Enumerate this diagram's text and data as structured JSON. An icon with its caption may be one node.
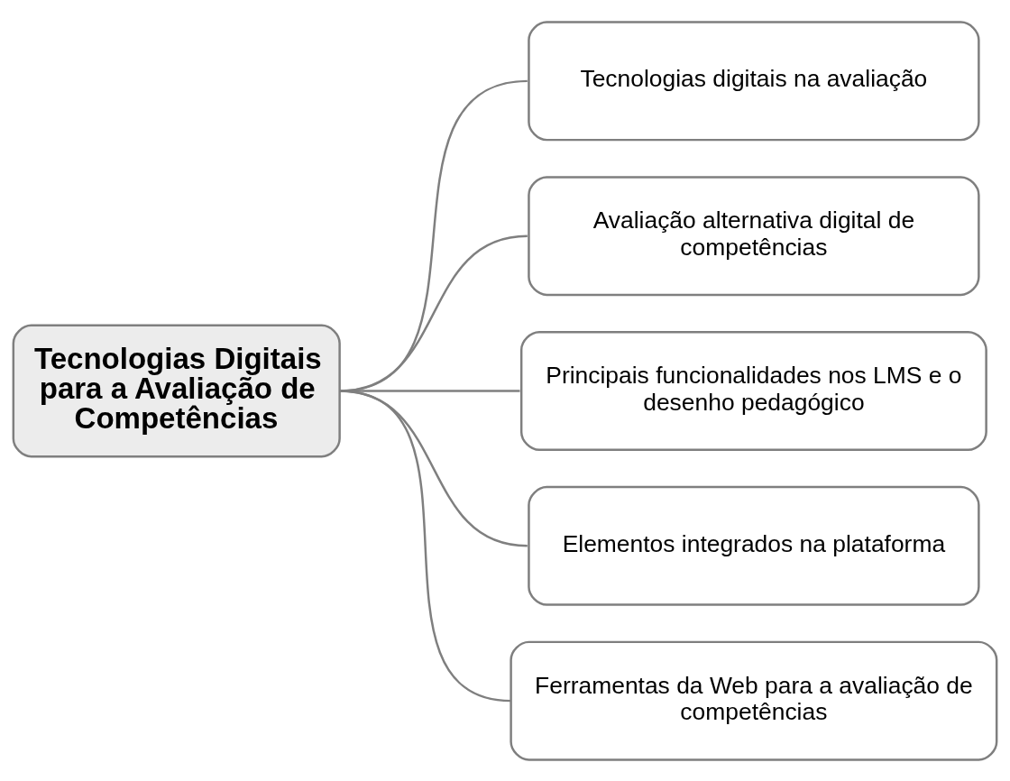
{
  "diagram": {
    "nodes": [
      {
        "text": [
          "Tecnologias Digitais para a Avaliação de Competências"
        ]
      },
      {
        "text": [
          "Tecnologias digitais na avaliação"
        ]
      },
      {
        "text": [
          "Avaliação alternativa digital de competências"
        ]
      },
      {
        "text": [
          "Principais funcionalidades nos LMS e o desenho pedagógico"
        ]
      },
      {
        "text": [
          "Elementos integrados na plataforma"
        ]
      },
      {
        "text": [
          "Ferramentas da Web para a avaliação de competências"
        ]
      }
    ],
    "edges": [
      {
        "from": 0,
        "to": 1,
        "arrow": "none"
      },
      {
        "from": 0,
        "to": 2,
        "arrow": "none"
      },
      {
        "from": 0,
        "to": 3,
        "arrow": "none"
      },
      {
        "from": 0,
        "to": 4,
        "arrow": "none"
      },
      {
        "from": 0,
        "to": 5,
        "arrow": "none"
      }
    ]
  }
}
